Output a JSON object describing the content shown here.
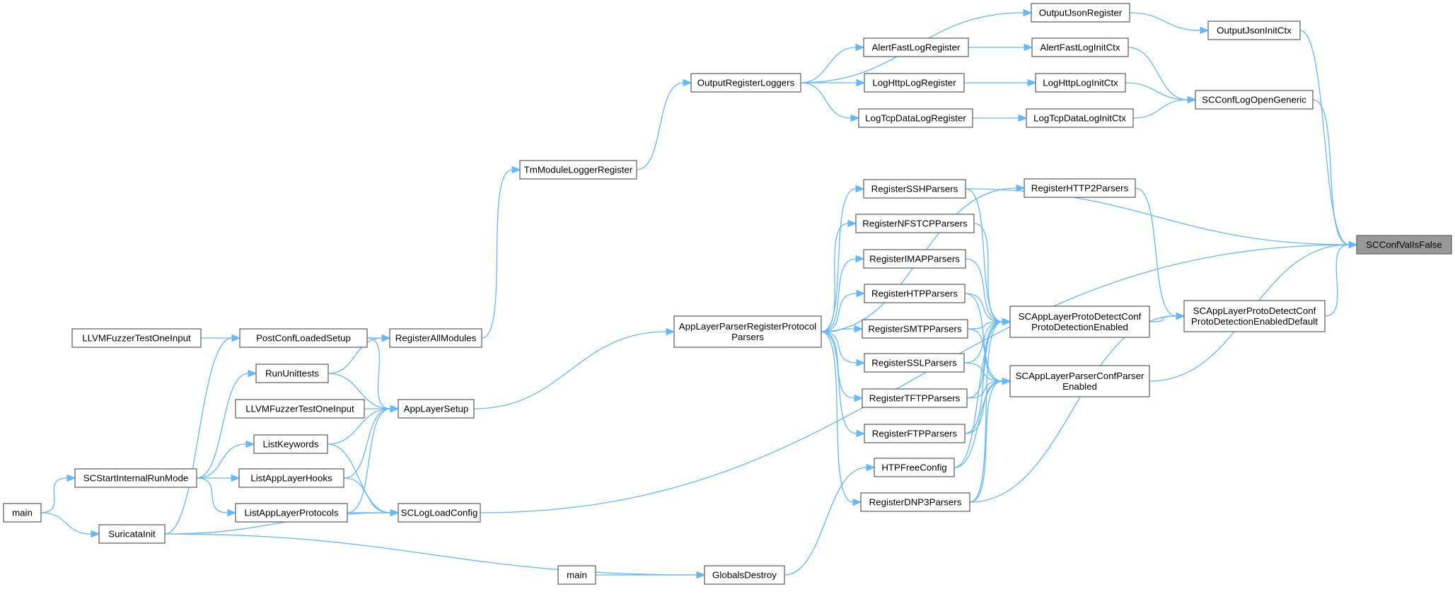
{
  "graph": {
    "accent_color": "#63b8ff",
    "root_fill": "#999999",
    "node_border": "#666666",
    "nodes": [
      {
        "id": "LLVMFuzzerTestOneInput_1",
        "lines": [
          "LLVMFuzzerTestOneInput"
        ],
        "root": false
      },
      {
        "id": "PostConfLoadedSetup",
        "lines": [
          "PostConfLoadedSetup"
        ],
        "root": false
      },
      {
        "id": "RunUnittests",
        "lines": [
          "RunUnittests"
        ],
        "root": false
      },
      {
        "id": "LLVMFuzzerTestOneInput_2",
        "lines": [
          "LLVMFuzzerTestOneInput"
        ],
        "root": false
      },
      {
        "id": "ListKeywords",
        "lines": [
          "ListKeywords"
        ],
        "root": false
      },
      {
        "id": "ListAppLayerHooks",
        "lines": [
          "ListAppLayerHooks"
        ],
        "root": false
      },
      {
        "id": "ListAppLayerProtocols",
        "lines": [
          "ListAppLayerProtocols"
        ],
        "root": false
      },
      {
        "id": "SCStartInternalRunMode",
        "lines": [
          "SCStartInternalRunMode"
        ],
        "root": false
      },
      {
        "id": "main_1",
        "lines": [
          "main"
        ],
        "root": false
      },
      {
        "id": "SuricataInit",
        "lines": [
          "SuricataInit"
        ],
        "root": false
      },
      {
        "id": "RegisterAllModules",
        "lines": [
          "RegisterAllModules"
        ],
        "root": false
      },
      {
        "id": "AppLayerSetup",
        "lines": [
          "AppLayerSetup"
        ],
        "root": false
      },
      {
        "id": "SCLogLoadConfig",
        "lines": [
          "SCLogLoadConfig"
        ],
        "root": false
      },
      {
        "id": "main_2",
        "lines": [
          "main"
        ],
        "root": false
      },
      {
        "id": "GlobalsDestroy",
        "lines": [
          "GlobalsDestroy"
        ],
        "root": false
      },
      {
        "id": "TmModuleLoggerRegister",
        "lines": [
          "TmModuleLoggerRegister"
        ],
        "root": false
      },
      {
        "id": "OutputRegisterLoggers",
        "lines": [
          "OutputRegisterLoggers"
        ],
        "root": false
      },
      {
        "id": "AppLayerParserRegisterProtocolParsers",
        "lines": [
          "AppLayerParserRegisterProtocol",
          "Parsers"
        ],
        "root": false
      },
      {
        "id": "AlertFastLogRegister",
        "lines": [
          "AlertFastLogRegister"
        ],
        "root": false
      },
      {
        "id": "LogHttpLogRegister",
        "lines": [
          "LogHttpLogRegister"
        ],
        "root": false
      },
      {
        "id": "LogTcpDataLogRegister",
        "lines": [
          "LogTcpDataLogRegister"
        ],
        "root": false
      },
      {
        "id": "RegisterSSHParsers",
        "lines": [
          "RegisterSSHParsers"
        ],
        "root": false
      },
      {
        "id": "RegisterNFSTCPParsers",
        "lines": [
          "RegisterNFSTCPParsers"
        ],
        "root": false
      },
      {
        "id": "RegisterIMAPParsers",
        "lines": [
          "RegisterIMAPParsers"
        ],
        "root": false
      },
      {
        "id": "RegisterHTPParsers",
        "lines": [
          "RegisterHTPParsers"
        ],
        "root": false
      },
      {
        "id": "RegisterSMTPParsers",
        "lines": [
          "RegisterSMTPParsers"
        ],
        "root": false
      },
      {
        "id": "RegisterSSLParsers",
        "lines": [
          "RegisterSSLParsers"
        ],
        "root": false
      },
      {
        "id": "RegisterTFTPParsers",
        "lines": [
          "RegisterTFTPParsers"
        ],
        "root": false
      },
      {
        "id": "RegisterFTPParsers",
        "lines": [
          "RegisterFTPParsers"
        ],
        "root": false
      },
      {
        "id": "HTPFreeConfig",
        "lines": [
          "HTPFreeConfig"
        ],
        "root": false
      },
      {
        "id": "RegisterDNP3Parsers",
        "lines": [
          "RegisterDNP3Parsers"
        ],
        "root": false
      },
      {
        "id": "OutputJsonRegister",
        "lines": [
          "OutputJsonRegister"
        ],
        "root": false
      },
      {
        "id": "AlertFastLogInitCtx",
        "lines": [
          "AlertFastLogInitCtx"
        ],
        "root": false
      },
      {
        "id": "LogHttpLogInitCtx",
        "lines": [
          "LogHttpLogInitCtx"
        ],
        "root": false
      },
      {
        "id": "LogTcpDataLogInitCtx",
        "lines": [
          "LogTcpDataLogInitCtx"
        ],
        "root": false
      },
      {
        "id": "RegisterHTTP2Parsers",
        "lines": [
          "RegisterHTTP2Parsers"
        ],
        "root": false
      },
      {
        "id": "SCAppLayerProtoDetectConfProtoDetectionEnabled",
        "lines": [
          "SCAppLayerProtoDetectConf",
          "ProtoDetectionEnabled"
        ],
        "root": false
      },
      {
        "id": "SCAppLayerParserConfParserEnabled",
        "lines": [
          "SCAppLayerParserConfParser",
          "Enabled"
        ],
        "root": false
      },
      {
        "id": "OutputJsonInitCtx",
        "lines": [
          "OutputJsonInitCtx"
        ],
        "root": false
      },
      {
        "id": "SCConfLogOpenGeneric",
        "lines": [
          "SCConfLogOpenGeneric"
        ],
        "root": false
      },
      {
        "id": "SCAppLayerProtoDetectConfProtoDetectionEnabledDefault",
        "lines": [
          "SCAppLayerProtoDetectConf",
          "ProtoDetectionEnabledDefault"
        ],
        "root": false
      },
      {
        "id": "SCConfValIsFalse",
        "lines": [
          "SCConfValIsFalse"
        ],
        "root": true
      }
    ],
    "edges": [
      [
        "LLVMFuzzerTestOneInput_1",
        "PostConfLoadedSetup"
      ],
      [
        "PostConfLoadedSetup",
        "RegisterAllModules"
      ],
      [
        "PostConfLoadedSetup",
        "AppLayerSetup"
      ],
      [
        "RunUnittests",
        "RegisterAllModules"
      ],
      [
        "RunUnittests",
        "AppLayerSetup"
      ],
      [
        "LLVMFuzzerTestOneInput_2",
        "AppLayerSetup"
      ],
      [
        "ListKeywords",
        "AppLayerSetup"
      ],
      [
        "ListKeywords",
        "SCLogLoadConfig"
      ],
      [
        "ListAppLayerHooks",
        "AppLayerSetup"
      ],
      [
        "ListAppLayerHooks",
        "SCLogLoadConfig"
      ],
      [
        "ListAppLayerProtocols",
        "AppLayerSetup"
      ],
      [
        "ListAppLayerProtocols",
        "SCLogLoadConfig"
      ],
      [
        "SCStartInternalRunMode",
        "RunUnittests"
      ],
      [
        "SCStartInternalRunMode",
        "ListKeywords"
      ],
      [
        "SCStartInternalRunMode",
        "ListAppLayerHooks"
      ],
      [
        "SCStartInternalRunMode",
        "ListAppLayerProtocols"
      ],
      [
        "main_1",
        "SCStartInternalRunMode"
      ],
      [
        "main_1",
        "SuricataInit"
      ],
      [
        "SuricataInit",
        "PostConfLoadedSetup"
      ],
      [
        "SuricataInit",
        "SCLogLoadConfig"
      ],
      [
        "SuricataInit",
        "GlobalsDestroy"
      ],
      [
        "RegisterAllModules",
        "TmModuleLoggerRegister"
      ],
      [
        "AppLayerSetup",
        "AppLayerParserRegisterProtocolParsers"
      ],
      [
        "SCLogLoadConfig",
        "SCConfValIsFalse"
      ],
      [
        "main_2",
        "GlobalsDestroy"
      ],
      [
        "GlobalsDestroy",
        "HTPFreeConfig"
      ],
      [
        "TmModuleLoggerRegister",
        "OutputRegisterLoggers"
      ],
      [
        "OutputRegisterLoggers",
        "OutputJsonRegister"
      ],
      [
        "OutputRegisterLoggers",
        "AlertFastLogRegister"
      ],
      [
        "OutputRegisterLoggers",
        "LogHttpLogRegister"
      ],
      [
        "OutputRegisterLoggers",
        "LogTcpDataLogRegister"
      ],
      [
        "AlertFastLogRegister",
        "AlertFastLogInitCtx"
      ],
      [
        "LogHttpLogRegister",
        "LogHttpLogInitCtx"
      ],
      [
        "LogTcpDataLogRegister",
        "LogTcpDataLogInitCtx"
      ],
      [
        "OutputJsonRegister",
        "OutputJsonInitCtx"
      ],
      [
        "AlertFastLogInitCtx",
        "SCConfLogOpenGeneric"
      ],
      [
        "LogHttpLogInitCtx",
        "SCConfLogOpenGeneric"
      ],
      [
        "LogTcpDataLogInitCtx",
        "SCConfLogOpenGeneric"
      ],
      [
        "OutputJsonInitCtx",
        "SCConfValIsFalse"
      ],
      [
        "SCConfLogOpenGeneric",
        "SCConfValIsFalse"
      ],
      [
        "AppLayerParserRegisterProtocolParsers",
        "RegisterHTTP2Parsers"
      ],
      [
        "AppLayerParserRegisterProtocolParsers",
        "RegisterSSHParsers"
      ],
      [
        "AppLayerParserRegisterProtocolParsers",
        "RegisterNFSTCPParsers"
      ],
      [
        "AppLayerParserRegisterProtocolParsers",
        "RegisterIMAPParsers"
      ],
      [
        "AppLayerParserRegisterProtocolParsers",
        "RegisterHTPParsers"
      ],
      [
        "AppLayerParserRegisterProtocolParsers",
        "RegisterSMTPParsers"
      ],
      [
        "AppLayerParserRegisterProtocolParsers",
        "RegisterSSLParsers"
      ],
      [
        "AppLayerParserRegisterProtocolParsers",
        "RegisterTFTPParsers"
      ],
      [
        "AppLayerParserRegisterProtocolParsers",
        "RegisterFTPParsers"
      ],
      [
        "AppLayerParserRegisterProtocolParsers",
        "RegisterDNP3Parsers"
      ],
      [
        "RegisterSSHParsers",
        "SCConfValIsFalse"
      ],
      [
        "RegisterSSHParsers",
        "SCAppLayerProtoDetectConfProtoDetectionEnabled"
      ],
      [
        "RegisterNFSTCPParsers",
        "SCAppLayerProtoDetectConfProtoDetectionEnabled"
      ],
      [
        "RegisterIMAPParsers",
        "SCAppLayerProtoDetectConfProtoDetectionEnabled"
      ],
      [
        "RegisterHTPParsers",
        "SCAppLayerProtoDetectConfProtoDetectionEnabled"
      ],
      [
        "RegisterHTPParsers",
        "SCAppLayerParserConfParserEnabled"
      ],
      [
        "RegisterSMTPParsers",
        "SCAppLayerProtoDetectConfProtoDetectionEnabled"
      ],
      [
        "RegisterSMTPParsers",
        "SCAppLayerParserConfParserEnabled"
      ],
      [
        "RegisterSSLParsers",
        "SCAppLayerProtoDetectConfProtoDetectionEnabled"
      ],
      [
        "RegisterSSLParsers",
        "SCAppLayerParserConfParserEnabled"
      ],
      [
        "RegisterTFTPParsers",
        "SCAppLayerProtoDetectConfProtoDetectionEnabled"
      ],
      [
        "RegisterTFTPParsers",
        "SCAppLayerParserConfParserEnabled"
      ],
      [
        "RegisterFTPParsers",
        "SCAppLayerProtoDetectConfProtoDetectionEnabled"
      ],
      [
        "RegisterFTPParsers",
        "SCAppLayerParserConfParserEnabled"
      ],
      [
        "HTPFreeConfig",
        "SCAppLayerProtoDetectConfProtoDetectionEnabled"
      ],
      [
        "HTPFreeConfig",
        "SCAppLayerParserConfParserEnabled"
      ],
      [
        "RegisterDNP3Parsers",
        "SCAppLayerProtoDetectConfProtoDetectionEnabled"
      ],
      [
        "RegisterDNP3Parsers",
        "SCAppLayerParserConfParserEnabled"
      ],
      [
        "RegisterDNP3Parsers",
        "SCAppLayerProtoDetectConfProtoDetectionEnabledDefault"
      ],
      [
        "RegisterHTTP2Parsers",
        "SCAppLayerProtoDetectConfProtoDetectionEnabledDefault"
      ],
      [
        "SCAppLayerProtoDetectConfProtoDetectionEnabled",
        "SCAppLayerProtoDetectConfProtoDetectionEnabledDefault"
      ],
      [
        "SCAppLayerProtoDetectConfProtoDetectionEnabledDefault",
        "SCConfValIsFalse"
      ],
      [
        "SCAppLayerParserConfParserEnabled",
        "SCConfValIsFalse"
      ]
    ]
  }
}
